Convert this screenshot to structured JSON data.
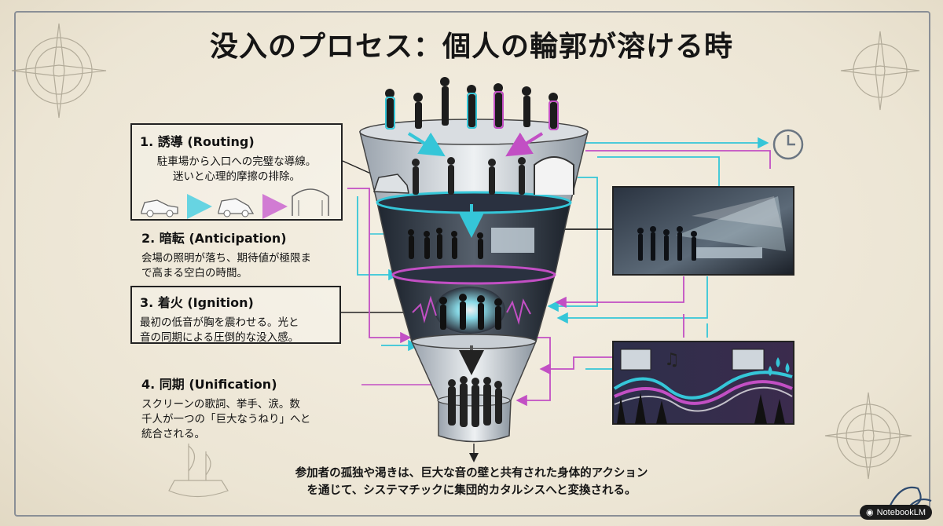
{
  "title": "没入のプロセス：個人の輪郭が溶ける時",
  "steps": [
    {
      "heading": "1. 誘導 (Routing)",
      "lines": [
        "駐車場から入口への完璧な導線。",
        "迷いと心理的摩擦の排除。"
      ]
    },
    {
      "heading": "2. 暗転 (Anticipation)",
      "lines": [
        "会場の照明が落ち、期待値が極限ま",
        "で高まる空白の時間。"
      ]
    },
    {
      "heading": "3. 着火 (Ignition)",
      "lines": [
        "最初の低音が胸を震わせる。光と",
        "音の同期による圧倒的な没入感。"
      ]
    },
    {
      "heading": "4. 同期 (Unification)",
      "lines": [
        "スクリーンの歌詞、挙手、涙。数",
        "千人が一つの「巨大なうねり」へと",
        "統合される。"
      ]
    }
  ],
  "caption": {
    "line1": "参加者の孤独や渇きは、巨大な音の壁と共有された身体的アクション",
    "line2": "を通じて、システマチックに集団的カタルシスへと変換される。"
  },
  "brand": "NotebookLM",
  "colors": {
    "cyan": "#35c6d8",
    "magenta": "#c24fc4",
    "ink": "#1d1d1d",
    "paper": "#efe9dc"
  }
}
